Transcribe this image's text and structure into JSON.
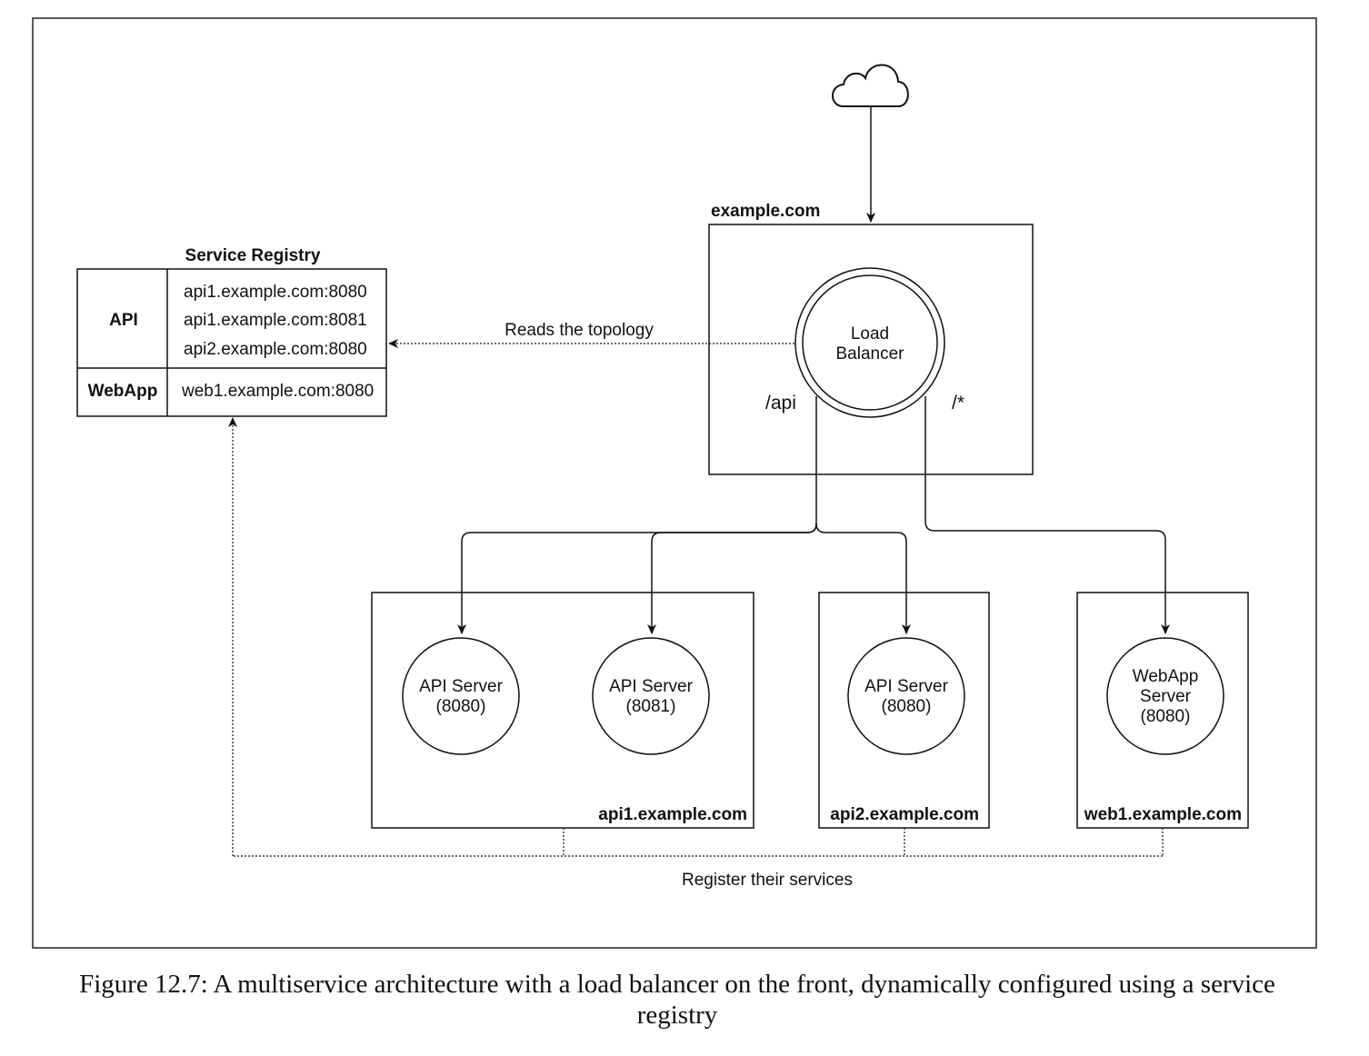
{
  "diagram": {
    "internet_icon": "cloud-icon",
    "front": {
      "domain": "example.com",
      "balancer_line1": "Load",
      "balancer_line2": "Balancer",
      "route_api": "/api",
      "route_default": "/*"
    },
    "registry": {
      "title": "Service Registry",
      "api_label": "API",
      "api_entries": [
        "api1.example.com:8080",
        "api1.example.com:8081",
        "api2.example.com:8080"
      ],
      "webapp_label": "WebApp",
      "webapp_entries": [
        "web1.example.com:8080"
      ]
    },
    "reads_label": "Reads the topology",
    "register_label": "Register their services",
    "hosts": [
      {
        "name": "api1.example.com"
      },
      {
        "name": "api2.example.com"
      },
      {
        "name": "web1.example.com"
      }
    ],
    "servers": [
      {
        "line1": "API Server",
        "line2": "(8080)"
      },
      {
        "line1": "API Server",
        "line2": "(8081)"
      },
      {
        "line1": "API Server",
        "line2": "(8080)"
      },
      {
        "line1": "WebApp",
        "line2": "Server",
        "line3": "(8080)"
      }
    ]
  },
  "caption": "Figure 12.7: A multiservice architecture with a load balancer on the front, dynamically configured using a service registry"
}
